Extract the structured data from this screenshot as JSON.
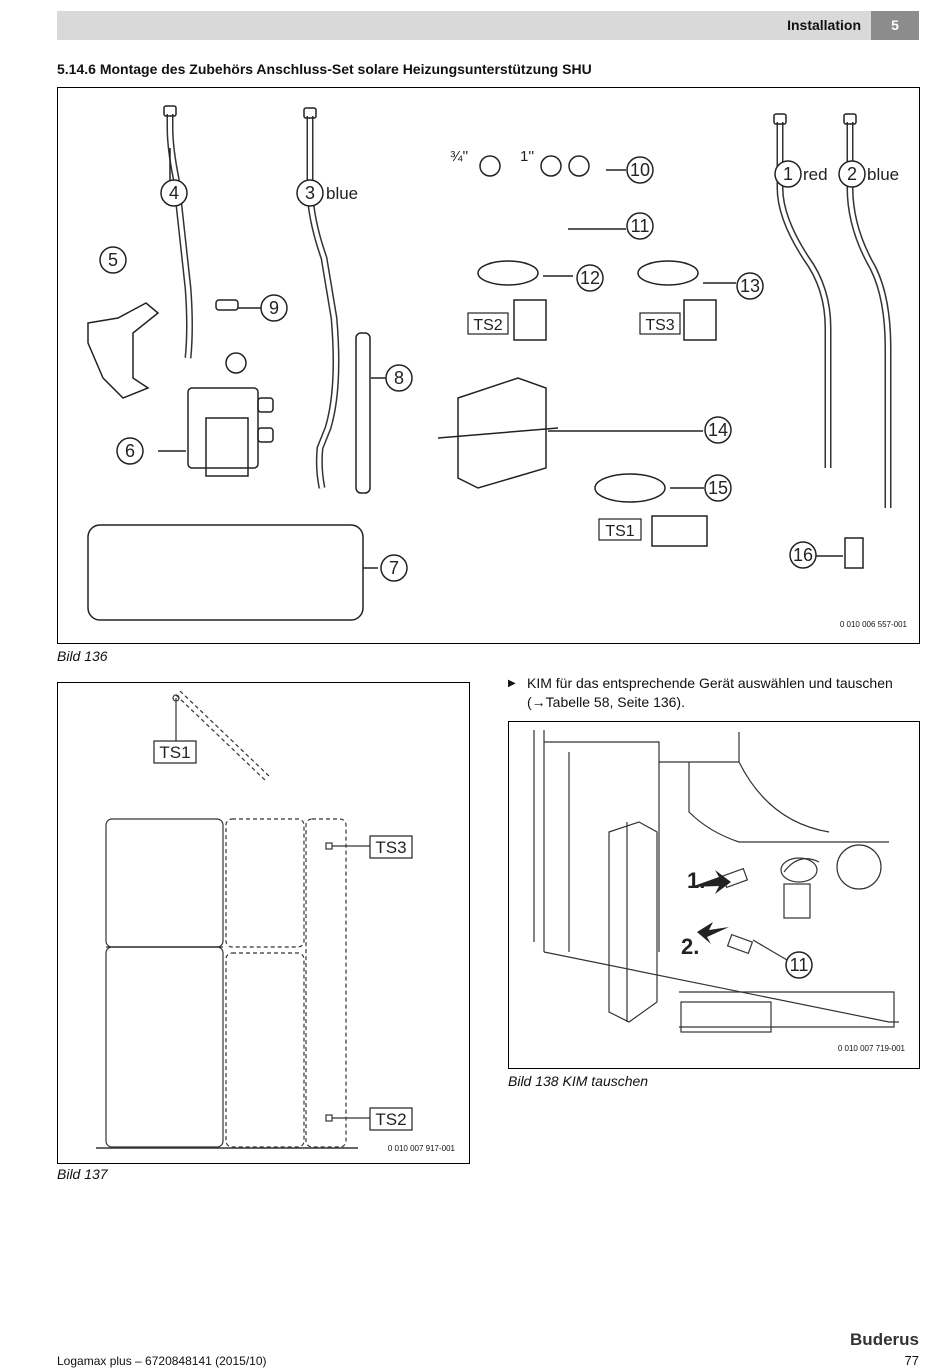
{
  "header": {
    "section_title": "Installation",
    "chapter_number": "5"
  },
  "section_heading": "5.14.6   Montage des Zubehörs Anschluss-Set solare Heizungsunterstützung SHU",
  "figure136": {
    "caption": "Bild 136",
    "code": "0 010 006 557-001",
    "callouts": [
      "1",
      "2",
      "3",
      "4",
      "5",
      "6",
      "7",
      "8",
      "9",
      "10",
      "11",
      "12",
      "13",
      "14",
      "15",
      "16"
    ],
    "text": {
      "red": "red",
      "blue_pipe1": "blue",
      "blue_pipe2": "blue",
      "three_quarter": "¾''",
      "one_inch": "1''",
      "ts1": "TS1",
      "ts2": "TS2",
      "ts3": "TS3"
    }
  },
  "figure137": {
    "caption": "Bild 137",
    "code": "0 010 007 917-001",
    "labels": {
      "ts1": "TS1",
      "ts2": "TS2",
      "ts3": "TS3"
    }
  },
  "instruction": {
    "marker": "▶",
    "line1": "KIM für das entsprechende Gerät auswählen und tauschen",
    "line2": "(→Tabelle 58, Seite 136)."
  },
  "figure138": {
    "caption": "Bild 138  KIM tauschen",
    "code": "0 010 007 719-001",
    "step1": "1.",
    "step2": "2.",
    "callout": "11"
  },
  "footer": {
    "brand": "Buderus",
    "doc_ref": "Logamax plus – 6720848141 (2015/10)",
    "page_number": "77"
  }
}
